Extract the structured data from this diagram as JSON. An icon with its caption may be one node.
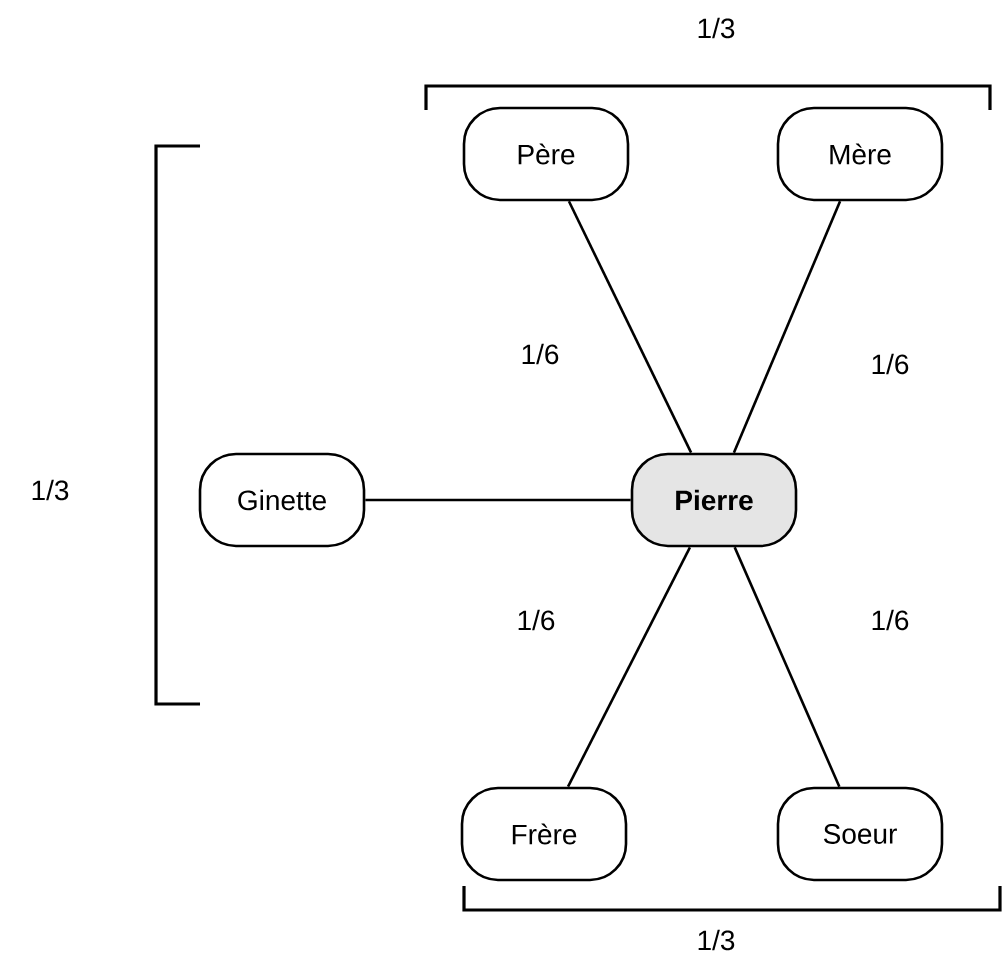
{
  "diagram": {
    "nodes": [
      {
        "text": [
          "Pierre"
        ]
      },
      {
        "text": [
          "Père"
        ]
      },
      {
        "text": [
          "Mère"
        ]
      },
      {
        "text": [
          "Ginette"
        ]
      },
      {
        "text": [
          "Frère"
        ]
      },
      {
        "text": [
          "Soeur"
        ]
      }
    ],
    "edges": [
      {
        "from": 1,
        "to": 0,
        "arrow": "none",
        "label": "1/6"
      },
      {
        "from": 2,
        "to": 0,
        "arrow": "none",
        "label": "1/6"
      },
      {
        "from": 3,
        "to": 0,
        "arrow": "none"
      },
      {
        "from": 0,
        "to": 4,
        "arrow": "none",
        "label": "1/6"
      },
      {
        "from": 0,
        "to": 5,
        "arrow": "none",
        "label": "1/6"
      }
    ],
    "labels": [
      "1/3",
      "1/3",
      "1/3"
    ]
  }
}
